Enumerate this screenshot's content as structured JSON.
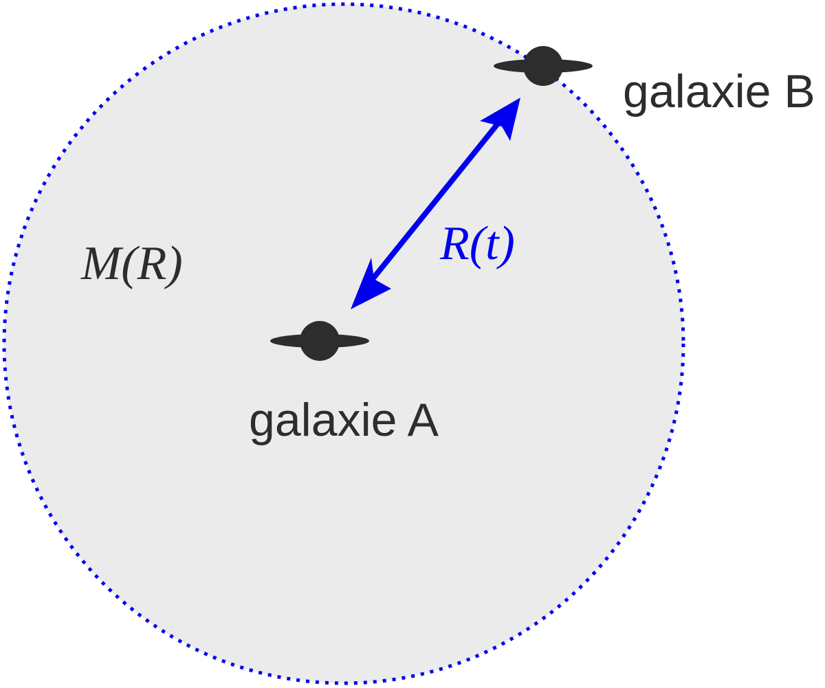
{
  "diagram": {
    "colors": {
      "sphere_fill": "#ebebeb",
      "sphere_outline": "#0000ee",
      "arrow": "#0000ee",
      "galaxy": "#2d2d2d",
      "mass_label": "#2d2d2d",
      "distance_label": "#0000ee"
    },
    "labels": {
      "galaxy_a": "galaxie A",
      "galaxy_b": "galaxie B",
      "distance": "R(t)",
      "enclosed_mass": "M(R)"
    }
  }
}
